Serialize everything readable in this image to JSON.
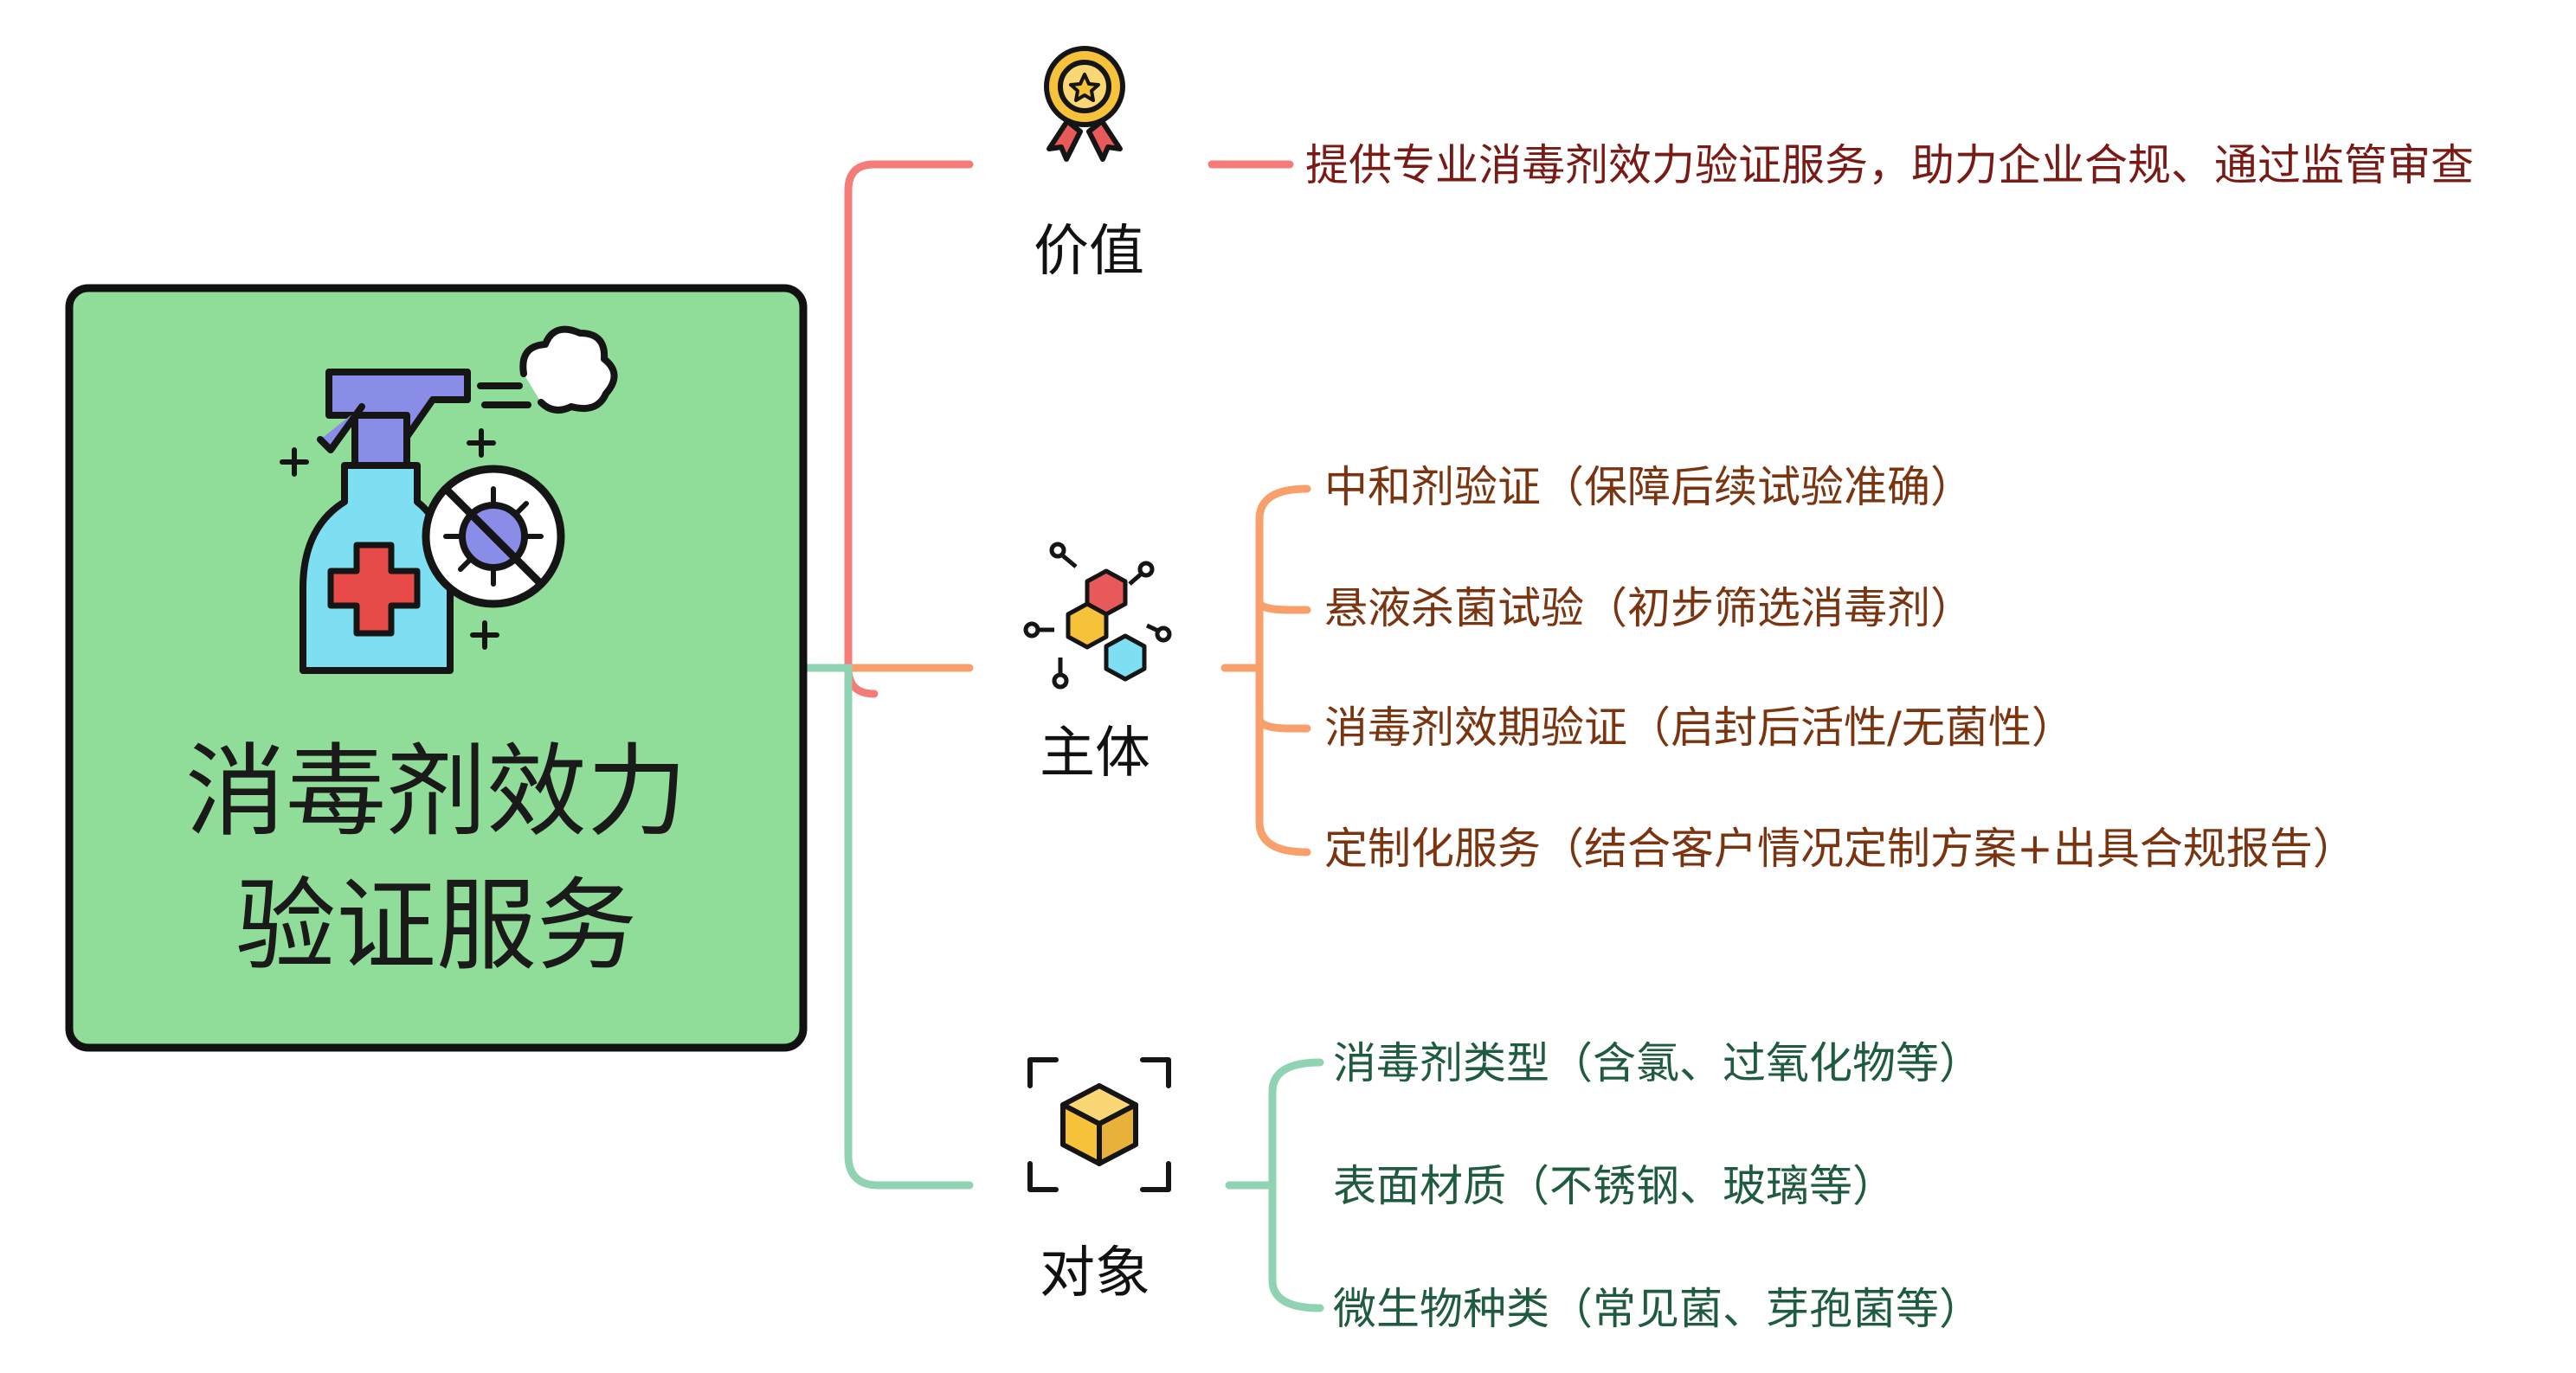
{
  "root": {
    "title_line1": "消毒剂效力",
    "title_line2": "验证服务",
    "icon": "disinfectant-spray-icon"
  },
  "branches": {
    "value": {
      "label": "价值",
      "icon": "award-medal-icon",
      "color": "#f47b77",
      "items": [
        "提供专业消毒剂效力验证服务，助力企业合规、通过监管审查"
      ]
    },
    "subject": {
      "label": "主体",
      "icon": "molecule-icon",
      "color": "#f7a06b",
      "items": [
        "中和剂验证（保障后续试验准确）",
        "悬液杀菌试验（初步筛选消毒剂）",
        "消毒剂效期验证（启封后活性/无菌性）",
        "定制化服务（结合客户情况定制方案+出具合规报告）"
      ]
    },
    "object": {
      "label": "对象",
      "icon": "cube-focus-icon",
      "color": "#8fd3b2",
      "items": [
        "消毒剂类型（含氯、过氧化物等）",
        "表面材质（不锈钢、玻璃等）",
        "微生物种类（常见菌、芽孢菌等）"
      ]
    }
  },
  "colors": {
    "root_fill": "#8fdd98",
    "root_border": "#111111",
    "bottle_body": "#7fdff2",
    "trigger": "#8a8de8",
    "cross": "#e84a4a",
    "medal_gold": "#f5c23a",
    "medal_ribbon": "#e85a5a",
    "cube_yellow": "#f7c948"
  }
}
